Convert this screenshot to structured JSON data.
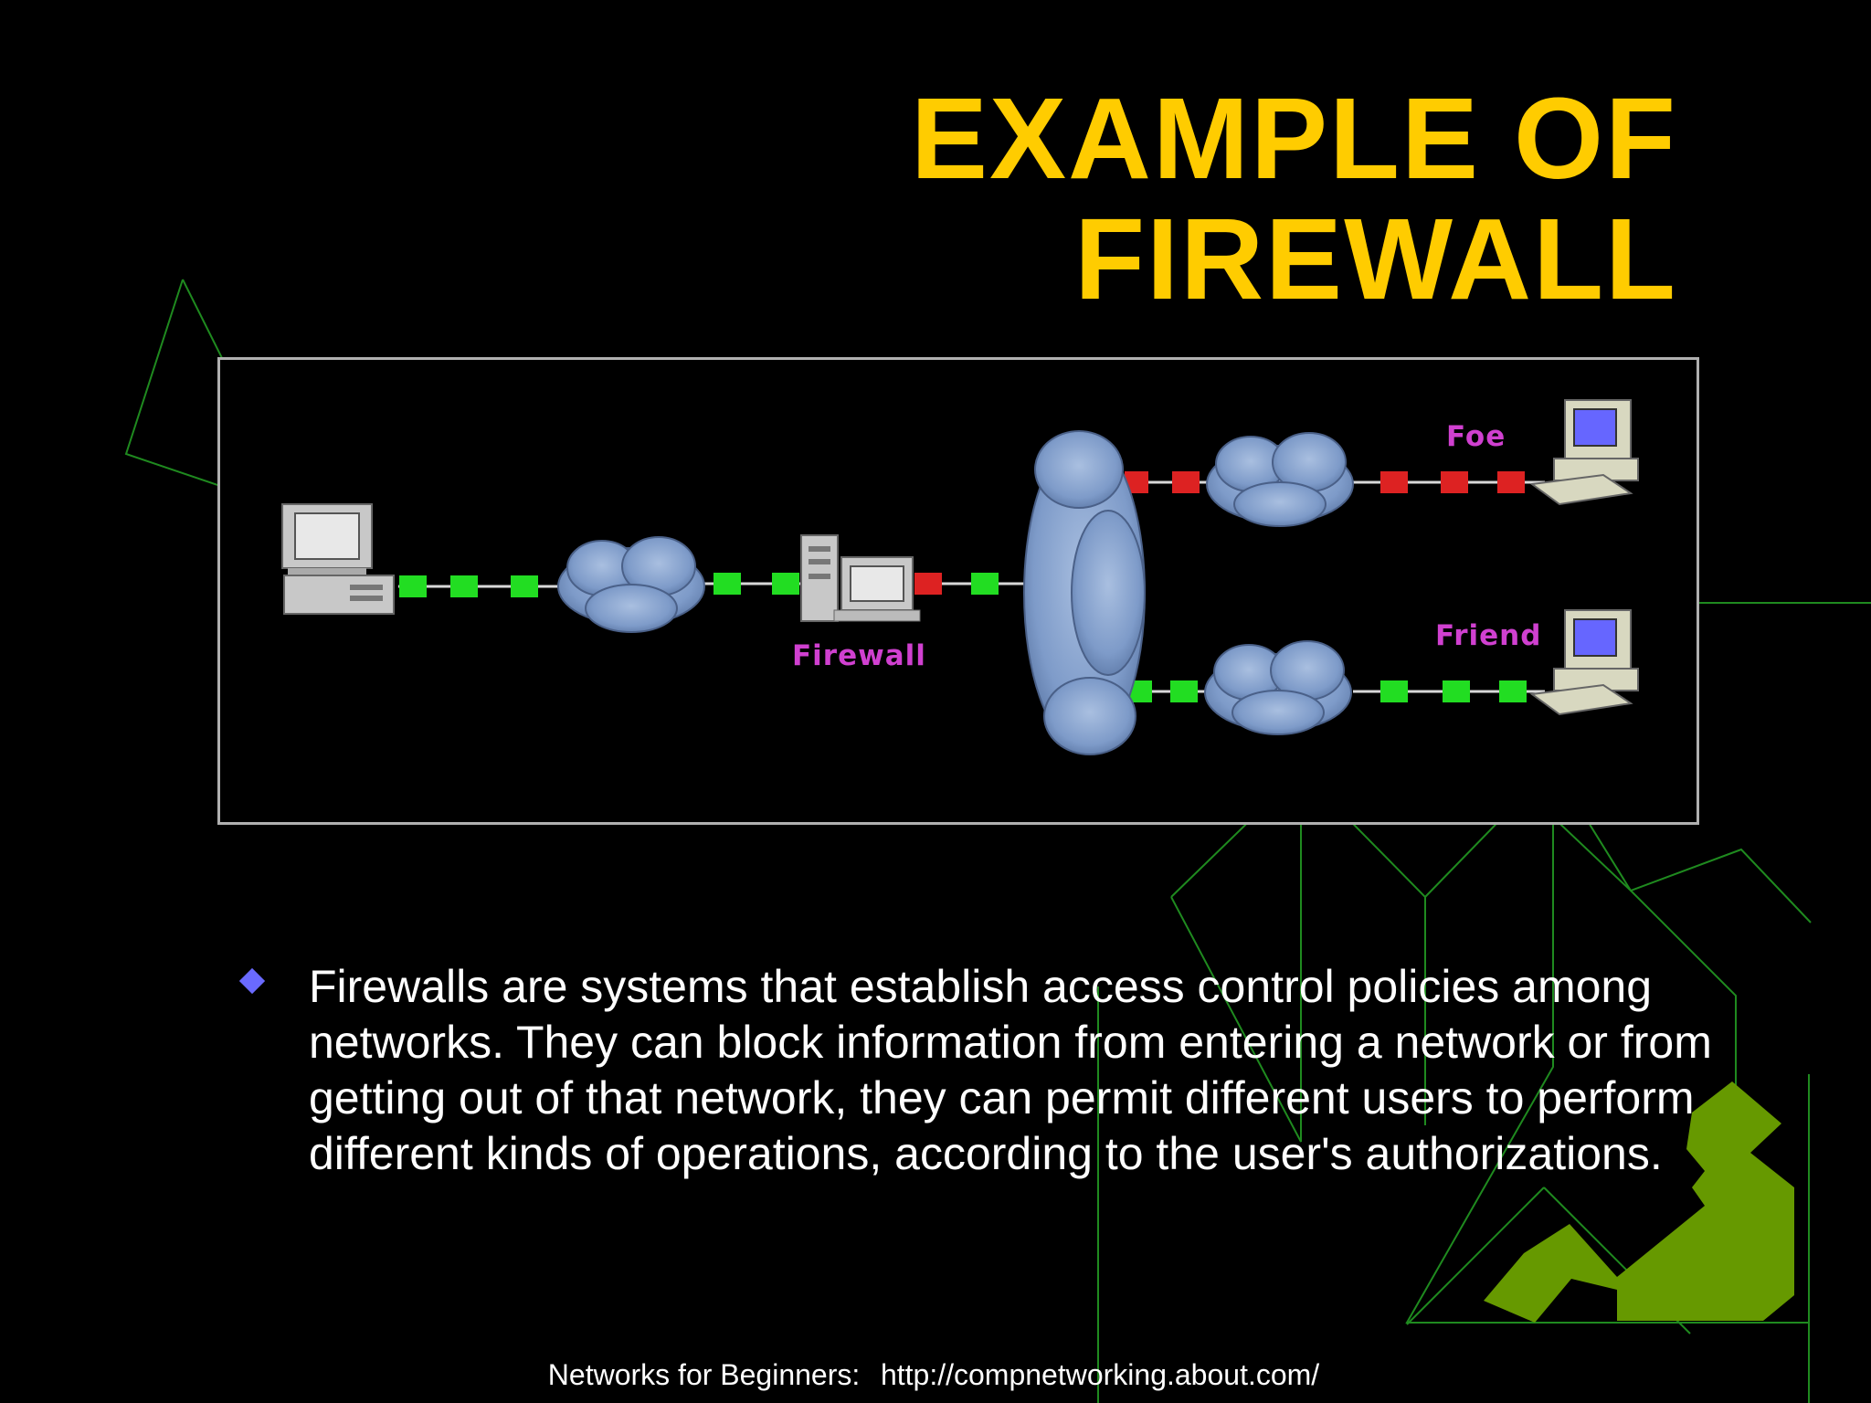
{
  "slide": {
    "title_line1": "EXAMPLE OF",
    "title_line2": "FIREWALL",
    "bullet_text": "Firewalls are systems that establish access control policies among networks. They can block information from entering a network or from getting out of that network, they can permit different users to perform different kinds of operations, according to the user's authorizations.",
    "footer_label": "Networks for Beginners:",
    "footer_url": "http://compnetworking.about.com/"
  },
  "diagram": {
    "labels": {
      "firewall": "Firewall",
      "foe": "Foe",
      "friend": "Friend"
    },
    "colors": {
      "allowed_segment": "#22dd22",
      "blocked_segment": "#dd2222",
      "label": "#d040d0",
      "cloud": "#7e9bc9",
      "computer": "#c8c8c8"
    }
  },
  "theme": {
    "title_color": "#ffcc00",
    "accent_green": "#669900",
    "bullet_color": "#6a6aff",
    "background": "#000000"
  }
}
